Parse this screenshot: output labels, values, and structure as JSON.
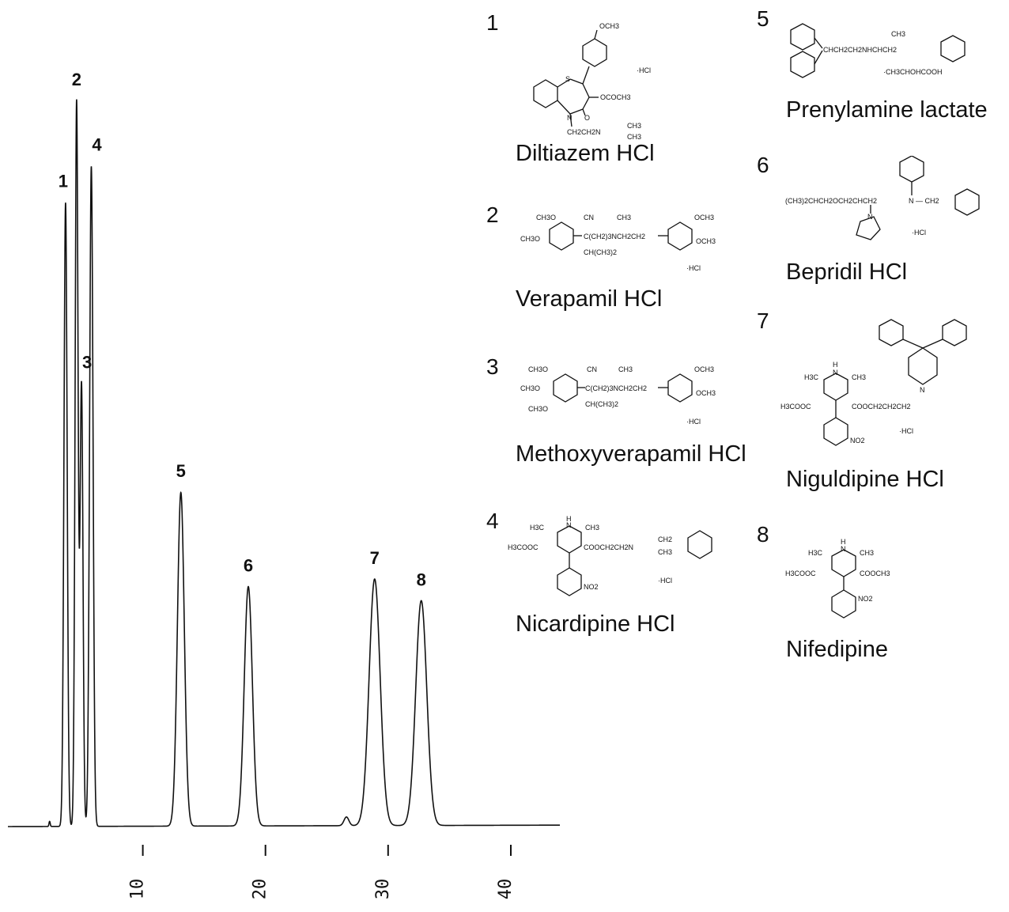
{
  "chart_data": {
    "type": "line",
    "title": "",
    "xlabel": "",
    "ylabel": "",
    "xlim": [
      -1,
      44
    ],
    "ylim": [
      0,
      1
    ],
    "x_ticks": [
      10,
      20,
      30,
      40
    ],
    "grid": false,
    "peaks": [
      {
        "label": "1",
        "x": 3.7,
        "y": 0.86,
        "width": 0.13
      },
      {
        "label": "2",
        "x": 4.6,
        "y": 1.0,
        "width": 0.12
      },
      {
        "label": "3",
        "x": 5.0,
        "y": 0.61,
        "width": 0.12
      },
      {
        "label": "4",
        "x": 5.8,
        "y": 0.91,
        "width": 0.14
      },
      {
        "label": "5",
        "x": 13.1,
        "y": 0.46,
        "width": 0.28
      },
      {
        "label": "6",
        "x": 18.6,
        "y": 0.33,
        "width": 0.33
      },
      {
        "label": "7",
        "x": 28.9,
        "y": 0.34,
        "width": 0.45
      },
      {
        "label": "8",
        "x": 32.7,
        "y": 0.31,
        "width": 0.45
      }
    ],
    "minor_bumps": [
      {
        "x": 2.4,
        "y": 0.007,
        "width": 0.05
      },
      {
        "x": 26.6,
        "y": 0.012,
        "width": 0.2
      }
    ]
  },
  "compounds": [
    {
      "number": "1",
      "name": "Diltiazem HCl"
    },
    {
      "number": "2",
      "name": "Verapamil HCl"
    },
    {
      "number": "3",
      "name": "Methoxyverapamil HCl"
    },
    {
      "number": "4",
      "name": "Nicardipine HCl"
    },
    {
      "number": "5",
      "name": "Prenylamine lactate"
    },
    {
      "number": "6",
      "name": "Bepridil HCl"
    },
    {
      "number": "7",
      "name": "Niguldipine HCl"
    },
    {
      "number": "8",
      "name": "Nifedipine"
    }
  ],
  "structure_text": {
    "ocH3": "OCH3",
    "hcl": "·HCl",
    "s": "S",
    "n": "N",
    "o": "O",
    "h": "H",
    "ococh3": "OCOCH3",
    "ch2ch2n": "CH2CH2N",
    "ch3": "CH3",
    "ch3o": "CH3O",
    "cn": "CN",
    "ch2_3": "C(CH2)3NCH2CH2",
    "chch3_2": "CH(CH3)2",
    "h3c": "H3C",
    "h3cooc": "H3COOC",
    "cooch2ch2n": "COOCH2CH2N",
    "ch2": "CH2",
    "no2": "NO2",
    "chch2ch2nhchch2": "CHCH2CH2NHCHCH2",
    "lactate": "·CH3CHOHCOOH",
    "bep_chain": "(CH3)2CHCH2OCH2CHCH2",
    "nch2": "N — CH2",
    "cooch2ch2ch2": "COOCH2CH2CH2",
    "cooch3": "COOCH3"
  }
}
